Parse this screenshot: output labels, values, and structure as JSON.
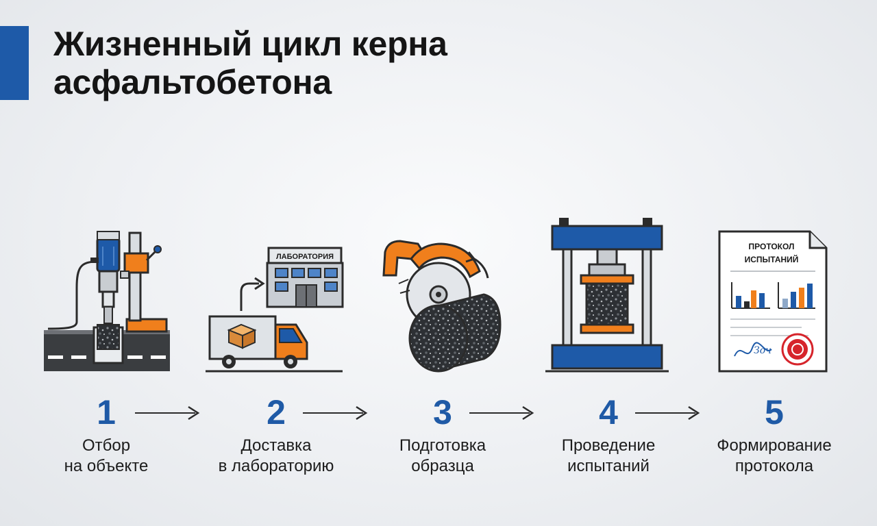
{
  "title": {
    "line1": "Жизненный цикл керна",
    "line2": "асфальтобетона"
  },
  "colors": {
    "accent_blue": "#1e5aa8",
    "accent_orange": "#f07f1c",
    "dark": "#2b2b2b",
    "asphalt": "#3a3d40"
  },
  "steps": [
    {
      "number": "1",
      "label_line1": "Отбор",
      "label_line2": "на объекте",
      "icon": "core-drill-icon"
    },
    {
      "number": "2",
      "label_line1": "Доставка",
      "label_line2": "в лабораторию",
      "icon": "delivery-truck-icon"
    },
    {
      "number": "3",
      "label_line1": "Подготовка",
      "label_line2": "образца",
      "icon": "saw-cutting-icon"
    },
    {
      "number": "4",
      "label_line1": "Проведение",
      "label_line2": "испытаний",
      "icon": "hydraulic-press-icon"
    },
    {
      "number": "5",
      "label_line1": "Формирование",
      "label_line2": "протокола",
      "icon": "test-report-icon"
    }
  ],
  "illustrations": {
    "laboratory_sign": "ЛАБОРАТОРИЯ",
    "report_title_line1": "ПРОТОКОЛ",
    "report_title_line2": "ИСПЫТАНИЙ",
    "report_signature": "Зоч"
  }
}
